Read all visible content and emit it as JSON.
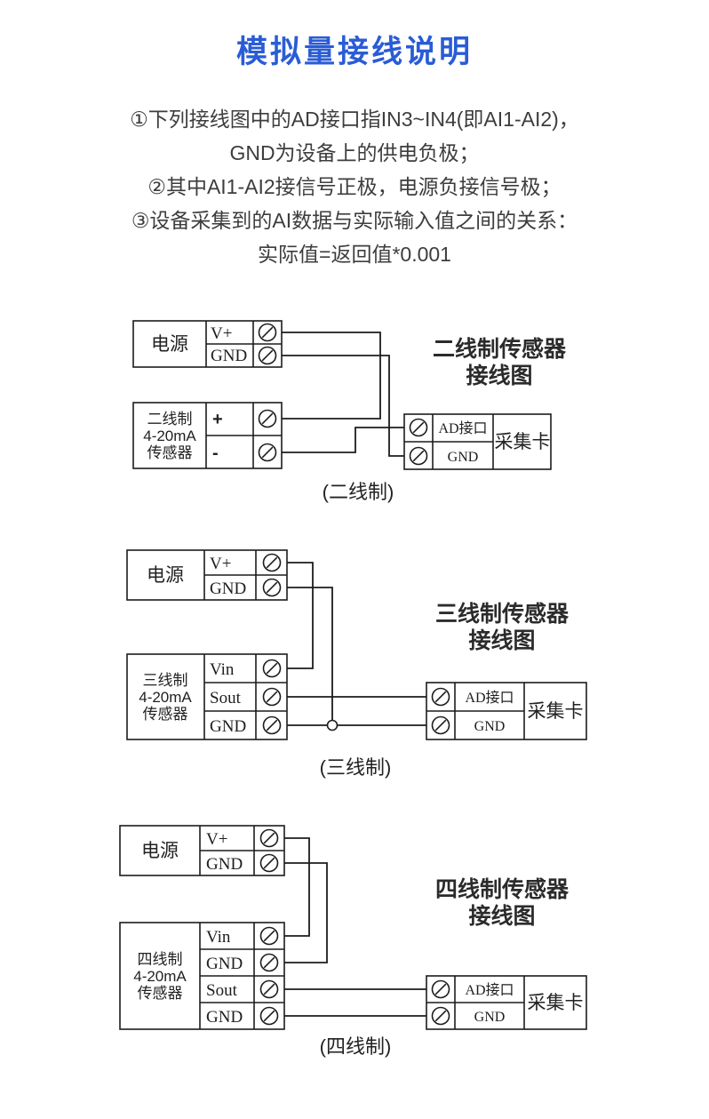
{
  "page": {
    "title": "模拟量接线说明"
  },
  "colors": {
    "accent_blue": "#2A5CD6",
    "line_black": "#1c1c1c"
  },
  "notes": {
    "line1": "①下列接线图中的AD接口指IN3~IN4(即AI1-AI2)，",
    "line2": "GND为设备上的供电负极；",
    "line3": "②其中AI1-AI2接信号正极，电源负接信号极；",
    "line4": "③设备采集到的AI数据与实际输入值之间的关系：",
    "line5": "实际值=返回值*0.001"
  },
  "diagrams": [
    {
      "name": "二线制",
      "power": {
        "label": "电源",
        "terminals": [
          "V+",
          "GND"
        ]
      },
      "sensor": {
        "label_lines": [
          "二线制",
          "4-20mA",
          "传感器"
        ],
        "terminals": [
          "+",
          "-"
        ]
      },
      "card": {
        "label": "采集卡",
        "terminals": [
          "AD接口",
          "GND"
        ]
      },
      "title_lines": [
        "二线制传感器",
        "接线图"
      ],
      "caption": "(二线制)"
    },
    {
      "name": "三线制",
      "power": {
        "label": "电源",
        "terminals": [
          "V+",
          "GND"
        ]
      },
      "sensor": {
        "label_lines": [
          "三线制",
          "4-20mA",
          "传感器"
        ],
        "terminals": [
          "Vin",
          "Sout",
          "GND"
        ]
      },
      "card": {
        "label": "采集卡",
        "terminals": [
          "AD接口",
          "GND"
        ]
      },
      "title_lines": [
        "三线制传感器",
        "接线图"
      ],
      "caption": "(三线制)"
    },
    {
      "name": "四线制",
      "power": {
        "label": "电源",
        "terminals": [
          "V+",
          "GND"
        ]
      },
      "sensor": {
        "label_lines": [
          "四线制",
          "4-20mA",
          "传感器"
        ],
        "terminals": [
          "Vin",
          "GND",
          "Sout",
          "GND"
        ]
      },
      "card": {
        "label": "采集卡",
        "terminals": [
          "AD接口",
          "GND"
        ]
      },
      "title_lines": [
        "四线制传感器",
        "接线图"
      ],
      "caption": "(四线制)"
    }
  ]
}
